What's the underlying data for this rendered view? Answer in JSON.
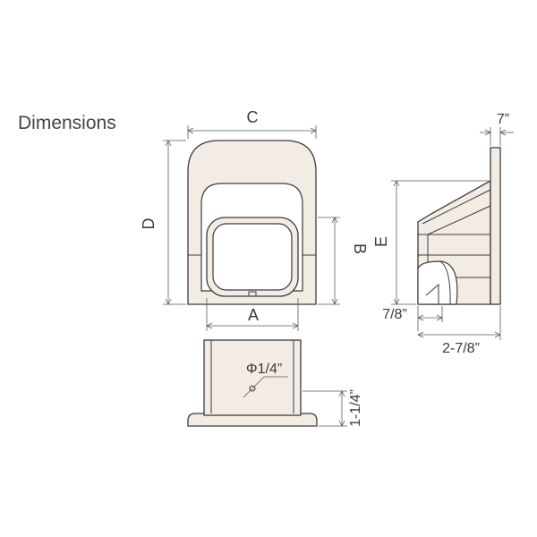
{
  "title": "Dimensions",
  "labels": {
    "c": "C",
    "d": "D",
    "b": "B",
    "a": "A",
    "e": "E",
    "seven_in": "7”",
    "seven_eighths": "7/8”",
    "two_seven_eighths": "2-7/8”",
    "hole_dia": "Φ1/4”",
    "one_quarter": "1-1/4”"
  },
  "colors": {
    "part_fill": "#f3ece4",
    "line": "#3c3c3c"
  }
}
